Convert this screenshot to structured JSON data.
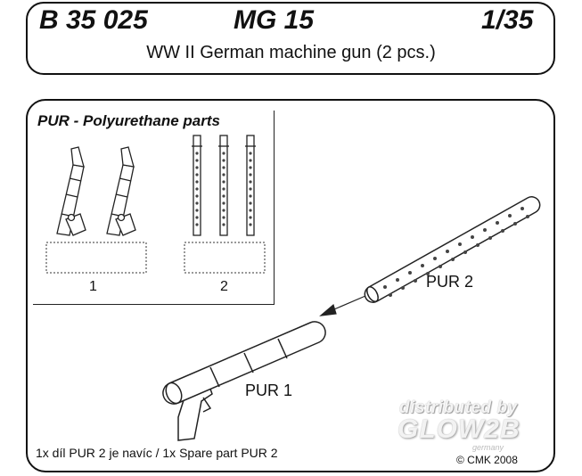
{
  "header": {
    "code": "B 35 025",
    "name": "MG 15",
    "scale": "1/35",
    "subtitle": "WW II German machine gun (2 pcs.)"
  },
  "inset": {
    "title": "PUR - Polyurethane parts",
    "part_numbers": [
      "1",
      "2"
    ]
  },
  "labels": {
    "pur1": "PUR 1",
    "pur2": "PUR 2"
  },
  "footnote": "1x díl PUR 2 je navíc / 1x Spare part PUR 2",
  "copyright": "© CMK 2008",
  "watermark": {
    "distributed": "distributed by",
    "logo": "GLOW2B",
    "country": "germany"
  }
}
